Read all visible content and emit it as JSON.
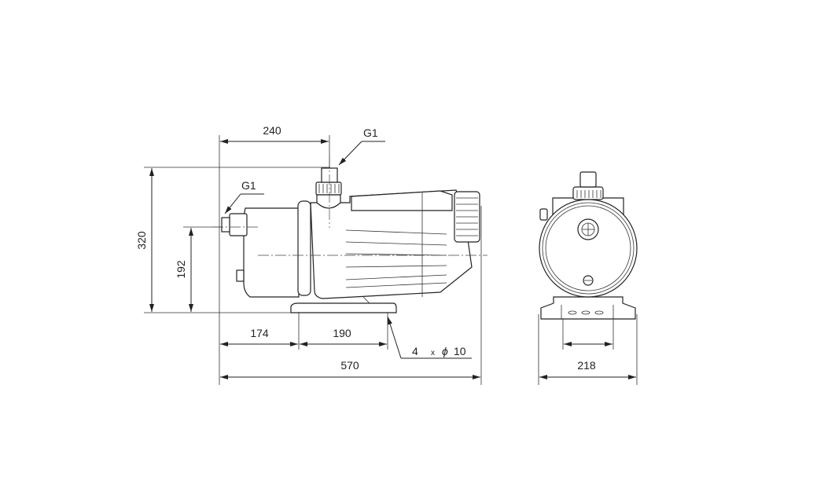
{
  "drawing": {
    "side_view": {
      "dimensions": {
        "outlet_offset": "240",
        "total_height": "320",
        "inlet_height": "192",
        "inlet_to_foot": "174",
        "foot_spacing": "190",
        "total_length": "570"
      },
      "connections": {
        "outlet": "G1",
        "inlet": "G1"
      },
      "mounting_holes": {
        "count": "4",
        "times": "x",
        "diameter_symbol": "ϕ",
        "diameter": "10"
      }
    },
    "front_view": {
      "dimensions": {
        "total_width": "218"
      }
    }
  }
}
